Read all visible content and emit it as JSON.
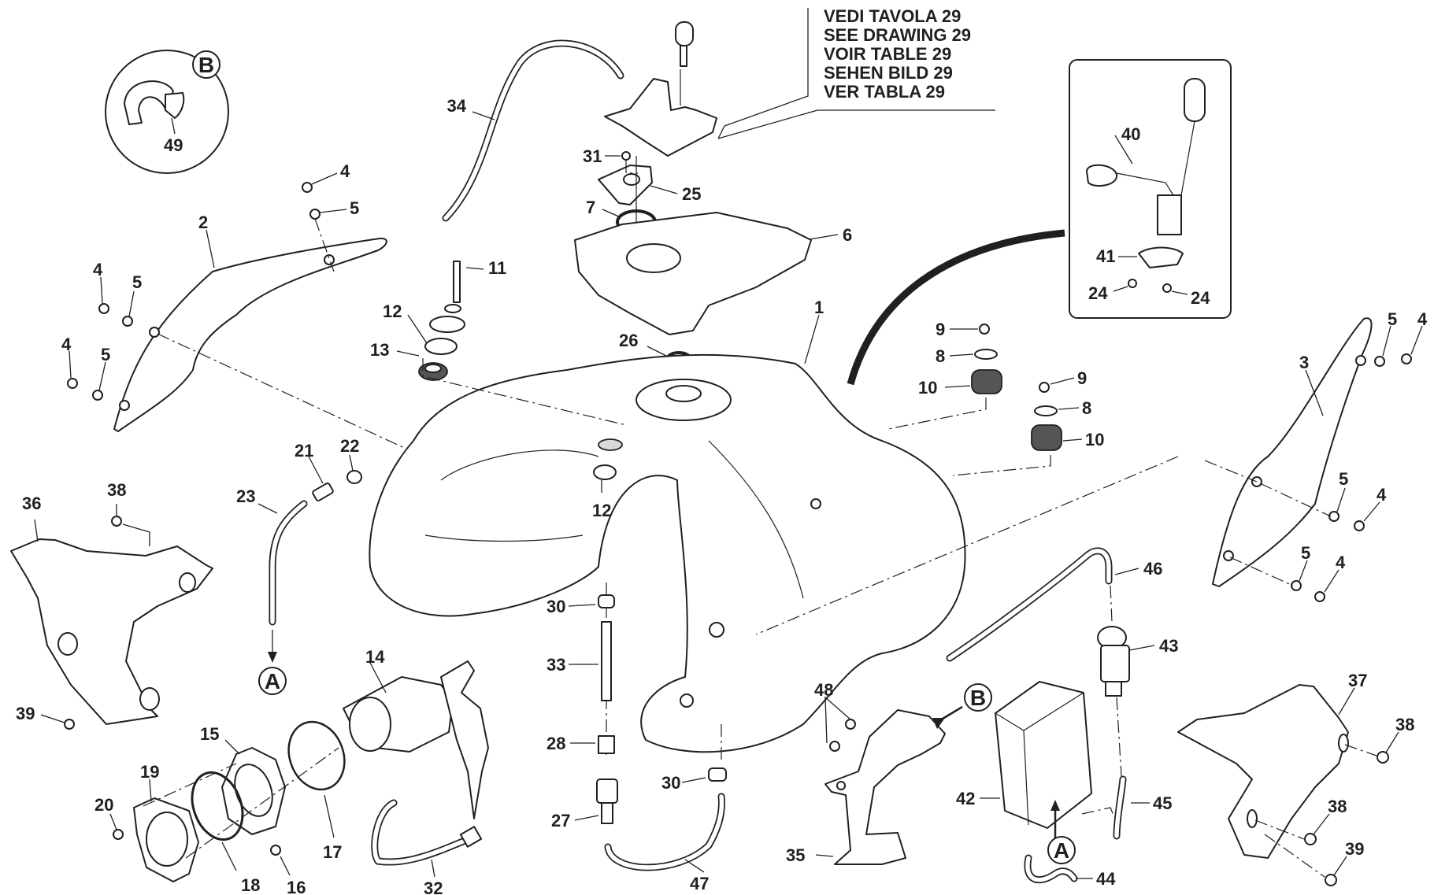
{
  "title_note": {
    "lines": [
      "VEDI TAVOLA 29",
      "SEE DRAWING 29",
      "VOIR TABLE 29",
      "SEHEN BILD 29",
      "VER TABLA 29"
    ]
  },
  "reference_markers": {
    "A": "A",
    "B": "B"
  },
  "callouts": [
    {
      "id": "c1",
      "label": "1"
    },
    {
      "id": "c2",
      "label": "2"
    },
    {
      "id": "c3",
      "label": "3"
    },
    {
      "id": "c4a",
      "label": "4"
    },
    {
      "id": "c4b",
      "label": "4"
    },
    {
      "id": "c4c",
      "label": "4"
    },
    {
      "id": "c4d",
      "label": "4"
    },
    {
      "id": "c4e",
      "label": "4"
    },
    {
      "id": "c4f",
      "label": "4"
    },
    {
      "id": "c5a",
      "label": "5"
    },
    {
      "id": "c5b",
      "label": "5"
    },
    {
      "id": "c5c",
      "label": "5"
    },
    {
      "id": "c5d",
      "label": "5"
    },
    {
      "id": "c5e",
      "label": "5"
    },
    {
      "id": "c5f",
      "label": "5"
    },
    {
      "id": "c6",
      "label": "6"
    },
    {
      "id": "c7",
      "label": "7"
    },
    {
      "id": "c8a",
      "label": "8"
    },
    {
      "id": "c8b",
      "label": "8"
    },
    {
      "id": "c9a",
      "label": "9"
    },
    {
      "id": "c9b",
      "label": "9"
    },
    {
      "id": "c10a",
      "label": "10"
    },
    {
      "id": "c10b",
      "label": "10"
    },
    {
      "id": "c11",
      "label": "11"
    },
    {
      "id": "c12a",
      "label": "12"
    },
    {
      "id": "c12b",
      "label": "12"
    },
    {
      "id": "c13",
      "label": "13"
    },
    {
      "id": "c14",
      "label": "14"
    },
    {
      "id": "c15",
      "label": "15"
    },
    {
      "id": "c16",
      "label": "16"
    },
    {
      "id": "c17",
      "label": "17"
    },
    {
      "id": "c18",
      "label": "18"
    },
    {
      "id": "c19",
      "label": "19"
    },
    {
      "id": "c20",
      "label": "20"
    },
    {
      "id": "c21",
      "label": "21"
    },
    {
      "id": "c22",
      "label": "22"
    },
    {
      "id": "c23",
      "label": "23"
    },
    {
      "id": "c24a",
      "label": "24"
    },
    {
      "id": "c24b",
      "label": "24"
    },
    {
      "id": "c25",
      "label": "25"
    },
    {
      "id": "c26",
      "label": "26"
    },
    {
      "id": "c27",
      "label": "27"
    },
    {
      "id": "c28",
      "label": "28"
    },
    {
      "id": "c30a",
      "label": "30"
    },
    {
      "id": "c30b",
      "label": "30"
    },
    {
      "id": "c31",
      "label": "31"
    },
    {
      "id": "c32",
      "label": "32"
    },
    {
      "id": "c33",
      "label": "33"
    },
    {
      "id": "c34",
      "label": "34"
    },
    {
      "id": "c35",
      "label": "35"
    },
    {
      "id": "c36",
      "label": "36"
    },
    {
      "id": "c37",
      "label": "37"
    },
    {
      "id": "c38a",
      "label": "38"
    },
    {
      "id": "c38b",
      "label": "38"
    },
    {
      "id": "c38c",
      "label": "38"
    },
    {
      "id": "c39a",
      "label": "39"
    },
    {
      "id": "c39b",
      "label": "39"
    },
    {
      "id": "c40",
      "label": "40"
    },
    {
      "id": "c41",
      "label": "41"
    },
    {
      "id": "c42",
      "label": "42"
    },
    {
      "id": "c43",
      "label": "43"
    },
    {
      "id": "c44",
      "label": "44"
    },
    {
      "id": "c45",
      "label": "45"
    },
    {
      "id": "c46",
      "label": "46"
    },
    {
      "id": "c47",
      "label": "47"
    },
    {
      "id": "c48",
      "label": "48"
    },
    {
      "id": "c49",
      "label": "49"
    }
  ]
}
